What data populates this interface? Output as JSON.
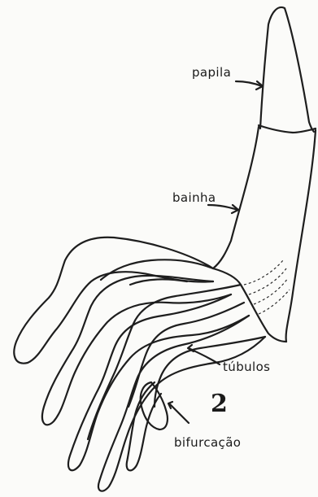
{
  "labels": {
    "papila": "papila",
    "bainha": "bainha",
    "tubulos": "túbulos",
    "bifurcacao": "bifurcação"
  },
  "figure_number": "2",
  "colors": {
    "ink": "#1e1e1e",
    "paper": "#fbfbf9"
  }
}
